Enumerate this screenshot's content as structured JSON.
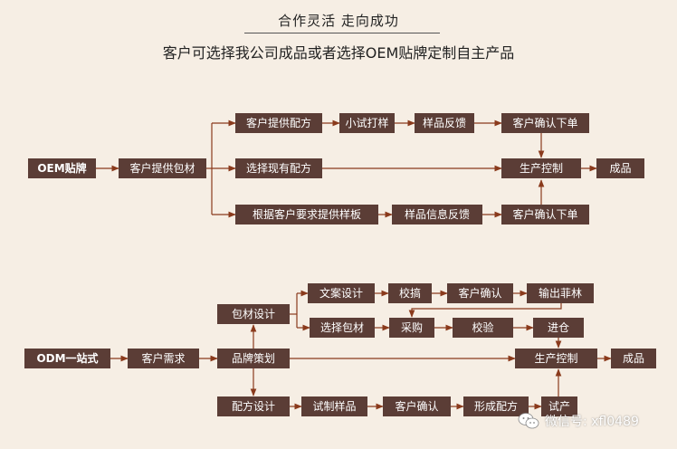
{
  "header": {
    "slogan": "合作灵活    走向成功",
    "subtitle": "客户可选择我公司成品或者选择OEM贴牌定制自主产品"
  },
  "colors": {
    "node_bg": "#5b3d36",
    "node_text": "#ffffff",
    "arrow": "#8a3a1c",
    "background": "#f6eee4"
  },
  "oem": {
    "start": "OEM贴牌",
    "provide_packaging": "客户提供包材",
    "provide_formula": "客户提供配方",
    "small_trial": "小试打样",
    "sample_feedback": "样品反馈",
    "customer_confirm_order_1": "客户确认下单",
    "choose_existing_formula": "选择现有配方",
    "production_control": "生产控制",
    "finished_product": "成品",
    "custom_sample": "根据客户要求提供样板",
    "sample_info_feedback": "样品信息反馈",
    "customer_confirm_order_2": "客户确认下单"
  },
  "odm": {
    "start": "ODM一站式",
    "customer_demand": "客户需求",
    "brand_planning": "品牌策划",
    "packaging_design": "包材设计",
    "copy_design": "文案设计",
    "proofread": "校搞",
    "customer_confirm_1": "客户确认",
    "output_film": "输出菲林",
    "choose_packaging": "选择包材",
    "purchase": "采购",
    "inspection": "校验",
    "into_warehouse": "进仓",
    "production_control": "生产控制",
    "finished_product": "成品",
    "formula_design": "配方设计",
    "trial_sample": "试制样品",
    "customer_confirm_2": "客户确认",
    "form_formula": "形成配方",
    "trial_production": "试产"
  },
  "watermark": {
    "text": "微信号: xfl0489",
    "icon": "wechat-icon"
  }
}
